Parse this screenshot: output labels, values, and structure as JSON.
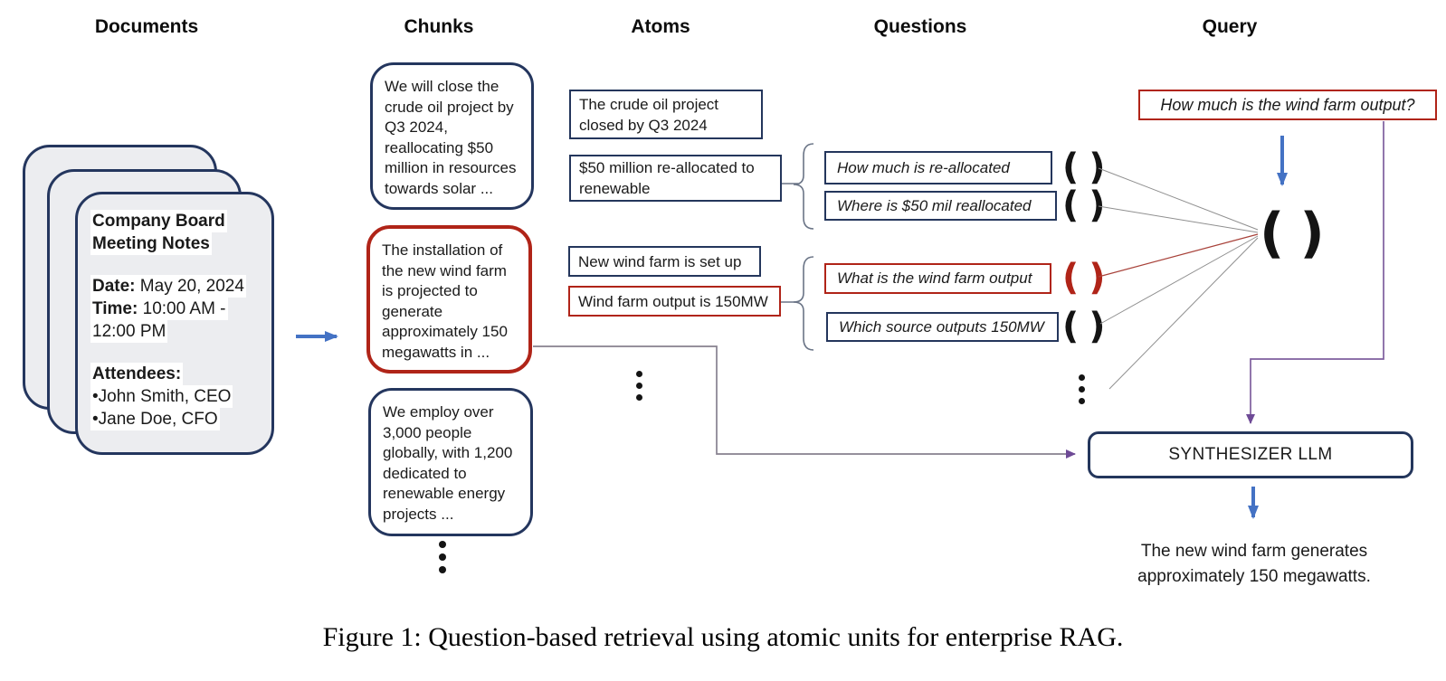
{
  "headers": {
    "documents": "Documents",
    "chunks": "Chunks",
    "atoms": "Atoms",
    "questions": "Questions",
    "query": "Query"
  },
  "document_card": {
    "title_line1": "Company Board",
    "title_line2": "Meeting Notes",
    "date_label": "Date:",
    "date_value": " May 20, 2024",
    "time_label": "Time:",
    "time_value": " 10:00 AM -",
    "time_value_line2": "12:00 PM",
    "attendees_label": "Attendees:",
    "attendee1": "•John Smith, CEO",
    "attendee2": "•Jane Doe, CFO"
  },
  "chunks": [
    {
      "text": "We will close the crude oil project by Q3 2024, reallocating $50 million in resources towards solar ...",
      "accent": "navy"
    },
    {
      "text": "The installation of the new wind farm is projected to generate approximately 150 megawatts in ...",
      "accent": "red"
    },
    {
      "text": "We employ over 3,000 people globally, with 1,200 dedicated to renewable energy projects ...",
      "accent": "navy"
    }
  ],
  "atoms": [
    {
      "text": "The crude oil project closed by Q3 2024",
      "accent": "navy"
    },
    {
      "text": "$50 million re-allocated to renewable",
      "accent": "navy"
    },
    {
      "text": "New wind farm is set up",
      "accent": "navy"
    },
    {
      "text": "Wind farm output is 150MW",
      "accent": "red"
    }
  ],
  "questions": [
    {
      "text": "How much is re-allocated",
      "accent": "navy"
    },
    {
      "text": "Where is $50 mil reallocated",
      "accent": "navy"
    },
    {
      "text": "What is the wind farm output",
      "accent": "red"
    },
    {
      "text": "Which source outputs 150MW",
      "accent": "navy"
    }
  ],
  "embedding_symbol": {
    "open": "(",
    "close": ")"
  },
  "query": {
    "text": "How much is the wind farm output?"
  },
  "synthesizer": {
    "label": "SYNTHESIZER LLM"
  },
  "answer": {
    "line1": "The new wind farm generates",
    "line2": "approximately 150 megawatts."
  },
  "caption": "Figure 1: Question-based retrieval using atomic units for enterprise RAG.",
  "colors": {
    "navy": "#24365e",
    "red": "#b02418",
    "arrow_blue": "#4472c4",
    "connector_purple": "#7e5e9e",
    "connector_gray": "#87818f",
    "card_fill": "#ecedf0"
  }
}
